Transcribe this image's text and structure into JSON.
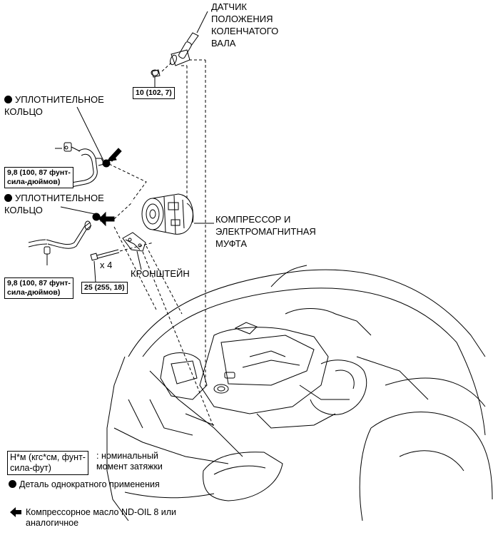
{
  "labels": {
    "crank_sensor": [
      "ДАТЧИК",
      "ПОЛОЖЕНИЯ",
      "КОЛЕНЧАТОГО",
      "ВАЛА"
    ],
    "o_ring_1": [
      "УПЛОТНИТЕЛЬНОЕ",
      "КОЛЬЦО"
    ],
    "o_ring_2": [
      "УПЛОТНИТЕЛЬНОЕ",
      "КОЛЬЦО"
    ],
    "compressor": [
      "КОМПРЕССОР И",
      "ЭЛЕКТРОМАГНИТНАЯ",
      "МУФТА"
    ],
    "bracket": "КРОНШТЕЙН",
    "bolt_count": "x 4"
  },
  "torques": {
    "sensor_bolt": "10 (102, 7)",
    "hose_upper": [
      "9,8 (100, 87 фунт-",
      "сила-дюймов)"
    ],
    "hose_lower": [
      "9,8 (100, 87 фунт-",
      "сила-дюймов)"
    ],
    "bracket_bolt": "25 (255, 18)"
  },
  "legend": {
    "torque_box": [
      "Н*м (кгс*см, фунт-",
      "сила-фут)"
    ],
    "torque_desc": [
      ": номинальный",
      "момент затяжки"
    ],
    "non_reusable": "Деталь однократного применения",
    "oil": [
      "Компрессорное масло ND-OIL 8 или",
      "аналогичное"
    ]
  }
}
